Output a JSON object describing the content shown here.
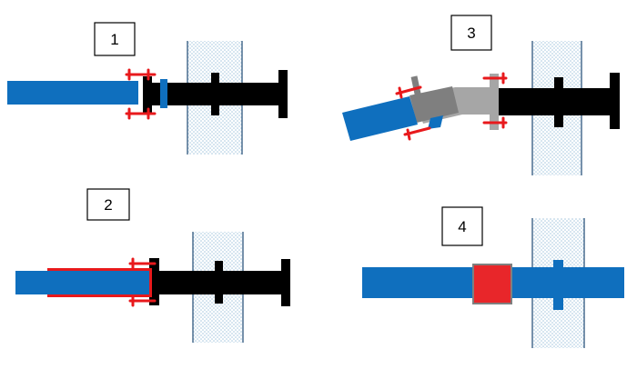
{
  "panels": [
    {
      "id": "1",
      "label": "1"
    },
    {
      "id": "2",
      "label": "2"
    },
    {
      "id": "3",
      "label": "3"
    },
    {
      "id": "4",
      "label": "4"
    }
  ],
  "colors": {
    "pipe_blue": "#0f6fbe",
    "pipe_black": "#000000",
    "elbow_gray": "#a6a6a6",
    "coupling_gray": "#7f7f7f",
    "bolt_red": "#e8191c",
    "coupling_red": "#e8262a",
    "wall_dots": "#9fc3dc",
    "wall_line": "#4a6d8f"
  }
}
